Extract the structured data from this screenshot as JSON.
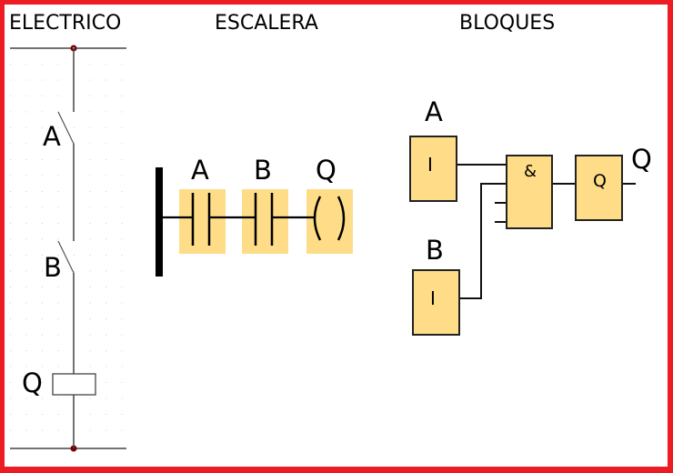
{
  "titles": {
    "electric": "ELECTRICO",
    "ladder": "ESCALERA",
    "blocks": "BLOQUES"
  },
  "electric": {
    "switch_a_label": "A",
    "switch_b_label": "B",
    "coil_label": "Q"
  },
  "ladder": {
    "contact_a_label": "A",
    "contact_b_label": "B",
    "coil_label": "Q"
  },
  "blocks": {
    "input_a_label": "A",
    "input_a_symbol": "I",
    "input_b_label": "B",
    "input_b_symbol": "I",
    "and_symbol": "&",
    "output_symbol": "Q",
    "output_label": "Q"
  },
  "colors": {
    "frame": "#ed1c24",
    "block_fill": "#ffdd88",
    "junction": "#7a0000"
  }
}
